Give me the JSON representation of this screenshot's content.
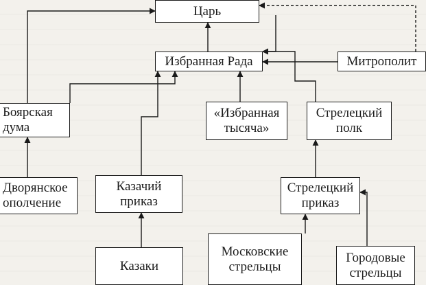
{
  "diagram": {
    "nodes": {
      "tsar": "Царь",
      "rada": "Избранная Рада",
      "mitropolit": "Митрополит",
      "boyarskaya_duma": "Боярская\nдума",
      "izbrannaya_tysyacha": "«Избранная\nтысяча»",
      "streletsky_polk": "Стрелецкий\nполк",
      "dvoryanskoe_opolchenie": "Дворянское\nополчение",
      "kazachy_prikaz": "Казачий\nприказ",
      "streletsky_prikaz": "Стрелецкий\nприказ",
      "kazaki": "Казаки",
      "moskovskie_streltsy": "Московские\nстрельцы",
      "gorodovye_streltsy": "Городовые\nстрельцы"
    }
  },
  "colors": {
    "line": "#1a1a1a",
    "box_fill": "#ffffff",
    "paper": "#f3f1ec"
  }
}
